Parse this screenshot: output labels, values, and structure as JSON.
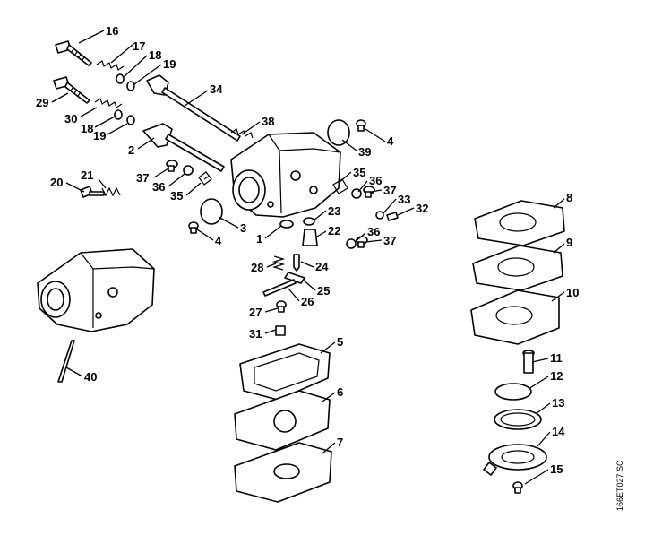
{
  "callouts": [
    {
      "id": "c16",
      "label": "16"
    },
    {
      "id": "c17",
      "label": "17"
    },
    {
      "id": "c18a",
      "label": "18"
    },
    {
      "id": "c19a",
      "label": "19"
    },
    {
      "id": "c34",
      "label": "34"
    },
    {
      "id": "c29",
      "label": "29"
    },
    {
      "id": "c30",
      "label": "30"
    },
    {
      "id": "c18b",
      "label": "18"
    },
    {
      "id": "c19b",
      "label": "19"
    },
    {
      "id": "c38",
      "label": "38"
    },
    {
      "id": "c2",
      "label": "2"
    },
    {
      "id": "c4a",
      "label": "4"
    },
    {
      "id": "c39",
      "label": "39"
    },
    {
      "id": "c37a",
      "label": "37"
    },
    {
      "id": "c36a",
      "label": "36"
    },
    {
      "id": "c35a",
      "label": "35"
    },
    {
      "id": "c21",
      "label": "21"
    },
    {
      "id": "c20",
      "label": "20"
    },
    {
      "id": "c35b",
      "label": "35"
    },
    {
      "id": "c36b",
      "label": "36"
    },
    {
      "id": "c37b",
      "label": "37"
    },
    {
      "id": "c33",
      "label": "33"
    },
    {
      "id": "c32",
      "label": "32"
    },
    {
      "id": "c3",
      "label": "3"
    },
    {
      "id": "c23",
      "label": "23"
    },
    {
      "id": "c1",
      "label": "1"
    },
    {
      "id": "c22",
      "label": "22"
    },
    {
      "id": "c4b",
      "label": "4"
    },
    {
      "id": "c36c",
      "label": "36"
    },
    {
      "id": "c37c",
      "label": "37"
    },
    {
      "id": "c8",
      "label": "8"
    },
    {
      "id": "c9",
      "label": "9"
    },
    {
      "id": "c28",
      "label": "28"
    },
    {
      "id": "c24",
      "label": "24"
    },
    {
      "id": "c25",
      "label": "25"
    },
    {
      "id": "c26",
      "label": "26"
    },
    {
      "id": "c10",
      "label": "10"
    },
    {
      "id": "c27",
      "label": "27"
    },
    {
      "id": "c31",
      "label": "31"
    },
    {
      "id": "c5",
      "label": "5"
    },
    {
      "id": "c40",
      "label": "40"
    },
    {
      "id": "c11",
      "label": "11"
    },
    {
      "id": "c12",
      "label": "12"
    },
    {
      "id": "c6",
      "label": "6"
    },
    {
      "id": "c13",
      "label": "13"
    },
    {
      "id": "c14",
      "label": "14"
    },
    {
      "id": "c7",
      "label": "7"
    },
    {
      "id": "c15",
      "label": "15"
    }
  ],
  "reference_code": "166ET027 SC"
}
